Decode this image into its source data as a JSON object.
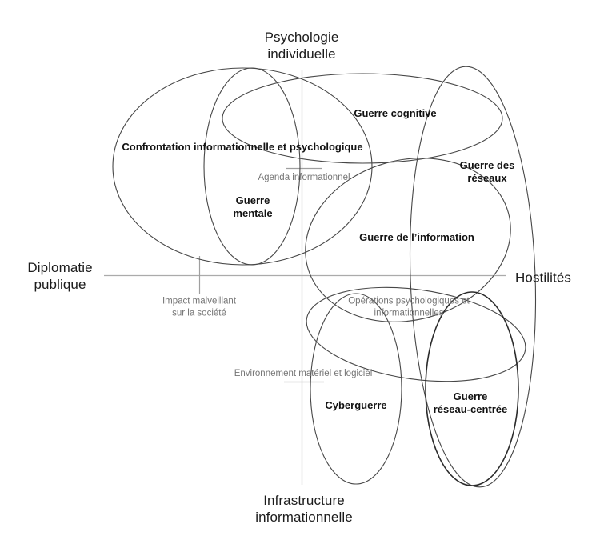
{
  "diagram": {
    "axes": {
      "top": {
        "lines": [
          "Psychologie",
          "individuelle"
        ]
      },
      "bottom": {
        "lines": [
          "Infrastructure",
          "informationnelle"
        ]
      },
      "left": {
        "lines": [
          "Diplomatie",
          "publique"
        ]
      },
      "right": {
        "lines": [
          "Hostilités"
        ]
      }
    },
    "concepts": {
      "confrontation": {
        "lines": [
          "Confrontation informationnelle et psychologique"
        ]
      },
      "cognitive": {
        "lines": [
          "Guerre cognitive"
        ]
      },
      "des_reseaux": {
        "lines": [
          "Guerre des",
          "réseaux"
        ]
      },
      "mentale": {
        "lines": [
          "Guerre",
          "mentale"
        ]
      },
      "information": {
        "lines": [
          "Guerre de l’information"
        ]
      },
      "cyberguerre": {
        "lines": [
          "Cyberguerre"
        ]
      },
      "reseau_centree": {
        "lines": [
          "Guerre",
          "réseau-centrée"
        ]
      }
    },
    "annotations": {
      "agenda": {
        "lines": [
          "Agenda informationnel"
        ]
      },
      "impact": {
        "lines": [
          "Impact malveillant",
          "sur la société"
        ]
      },
      "operations": {
        "lines": [
          "Opérations psychologiques et",
          "informationnelles"
        ]
      },
      "environnement": {
        "lines": [
          "Environnement matériel et logiciel"
        ]
      }
    },
    "colors": {
      "ellipse_stroke": "#474747",
      "axis_stroke": "#ababab",
      "concept_text": "#121212",
      "annotation_text": "#757575"
    }
  }
}
